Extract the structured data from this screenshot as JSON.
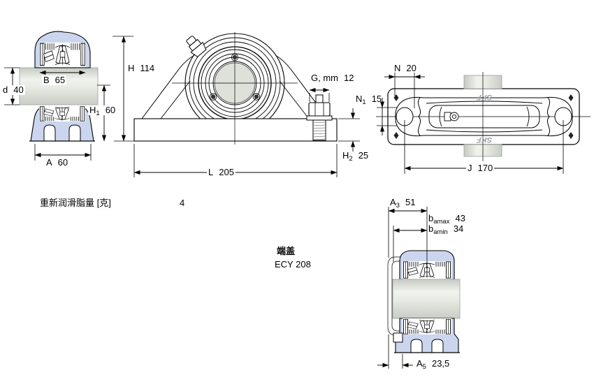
{
  "drawing": {
    "product_code": "ECY 208",
    "logo_text": "SKF",
    "colors": {
      "housing_fill": "#cbd6ee",
      "shaft_fill": "#d9ddd4",
      "line": "#000000",
      "bore_fill": "#dee0da",
      "background": "#ffffff"
    },
    "dims": {
      "B": {
        "sym": "B",
        "sub": "",
        "val": "65"
      },
      "d": {
        "sym": "d",
        "sub": "",
        "val": "40"
      },
      "H1": {
        "sym": "H",
        "sub": "1",
        "val": "60"
      },
      "A": {
        "sym": "A",
        "sub": "",
        "val": "60"
      },
      "H": {
        "sym": "H",
        "sub": "",
        "val": "114"
      },
      "G": {
        "sym": "G, mm",
        "sub": "",
        "val": "12"
      },
      "H2": {
        "sym": "H",
        "sub": "2",
        "val": "25"
      },
      "L": {
        "sym": "L",
        "sub": "",
        "val": "205"
      },
      "N": {
        "sym": "N",
        "sub": "",
        "val": "20"
      },
      "N1": {
        "sym": "N",
        "sub": "1",
        "val": "15"
      },
      "J": {
        "sym": "J",
        "sub": "",
        "val": "170"
      },
      "A3": {
        "sym": "A",
        "sub": "3",
        "val": "51"
      },
      "bamax": {
        "sym": "b",
        "sub": "amax",
        "val": "43"
      },
      "bamin": {
        "sym": "b",
        "sub": "amin",
        "val": "34"
      },
      "A5": {
        "sym": "A",
        "sub": "5",
        "val": "23,5"
      }
    },
    "notes": {
      "relube_label": "重新润滑脂量 [克]",
      "relube_value": "4",
      "endcap_label": "端盖",
      "endcap_code": "ECY 208"
    }
  }
}
